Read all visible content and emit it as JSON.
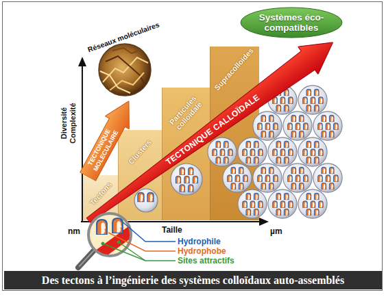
{
  "diagram": {
    "caption": "Des tectons à l’ingénierie des systèmes colloïdaux auto-assemblés",
    "nodes": [
      {
        "text": [
          "Systèmes éco-compatibles"
        ]
      },
      {
        "text": [
          "Réseaux moléculaires"
        ]
      },
      {
        "text": [
          "TECTONIQUE MOLECULAIRE"
        ]
      },
      {
        "text": [
          "Tectons"
        ]
      },
      {
        "text": [
          "Clusters"
        ]
      },
      {
        "text": [
          "Particules colloïdale"
        ]
      },
      {
        "text": [
          "Supracolloïdes"
        ]
      },
      {
        "text": [
          "TECTONIQUE CALLOÏDALE"
        ]
      }
    ],
    "labels": [
      "Diversité Complexité",
      "nm",
      "Taille",
      "µm",
      "Hydrophile",
      "Hydrophobe",
      "Sites attractifs"
    ]
  }
}
